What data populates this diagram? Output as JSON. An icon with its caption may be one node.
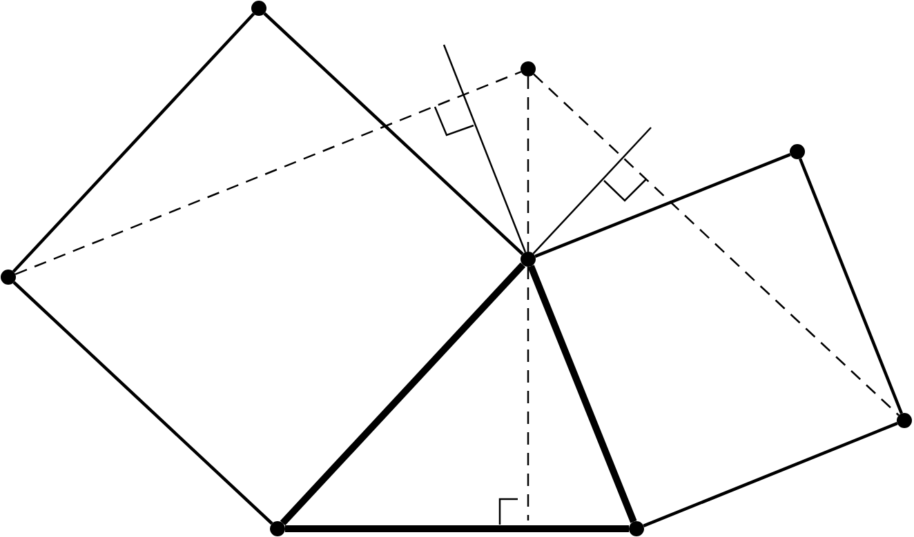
{
  "diagram": {
    "nodes": [
      {
        "text": [],
        "shape": "circle"
      },
      {
        "text": [],
        "shape": "circle"
      },
      {
        "text": [],
        "shape": "circle"
      },
      {
        "text": [],
        "shape": "circle"
      },
      {
        "text": [],
        "shape": "circle"
      },
      {
        "text": [],
        "shape": "circle"
      },
      {
        "text": [],
        "shape": "circle"
      },
      {
        "text": [],
        "shape": "circle"
      }
    ],
    "edges": [
      {
        "from": 0,
        "to": 1,
        "arrow": "none"
      },
      {
        "from": 1,
        "to": 4,
        "arrow": "none"
      },
      {
        "from": 0,
        "to": 2,
        "arrow": "none"
      },
      {
        "from": 2,
        "to": 4,
        "arrow": "none",
        "style": "thick"
      },
      {
        "from": 2,
        "to": 5,
        "arrow": "none",
        "style": "thick"
      },
      {
        "from": 5,
        "to": 4,
        "arrow": "none",
        "style": "thick"
      },
      {
        "from": 4,
        "to": 6,
        "arrow": "none"
      },
      {
        "from": 6,
        "to": 7,
        "arrow": "none"
      },
      {
        "from": 7,
        "to": 5,
        "arrow": "none"
      },
      {
        "from": 0,
        "to": 3,
        "arrow": "none",
        "style": "dashed"
      },
      {
        "from": 3,
        "to": 7,
        "arrow": "none",
        "style": "dashed"
      },
      {
        "from": 3,
        "to": 4,
        "arrow": "none",
        "style": "dashed"
      },
      {
        "from": 4,
        "to": null,
        "arrow": "none",
        "style": "dashed"
      },
      {
        "from": 4,
        "to": null,
        "arrow": "none"
      },
      {
        "from": 4,
        "to": null,
        "arrow": "none"
      }
    ]
  }
}
